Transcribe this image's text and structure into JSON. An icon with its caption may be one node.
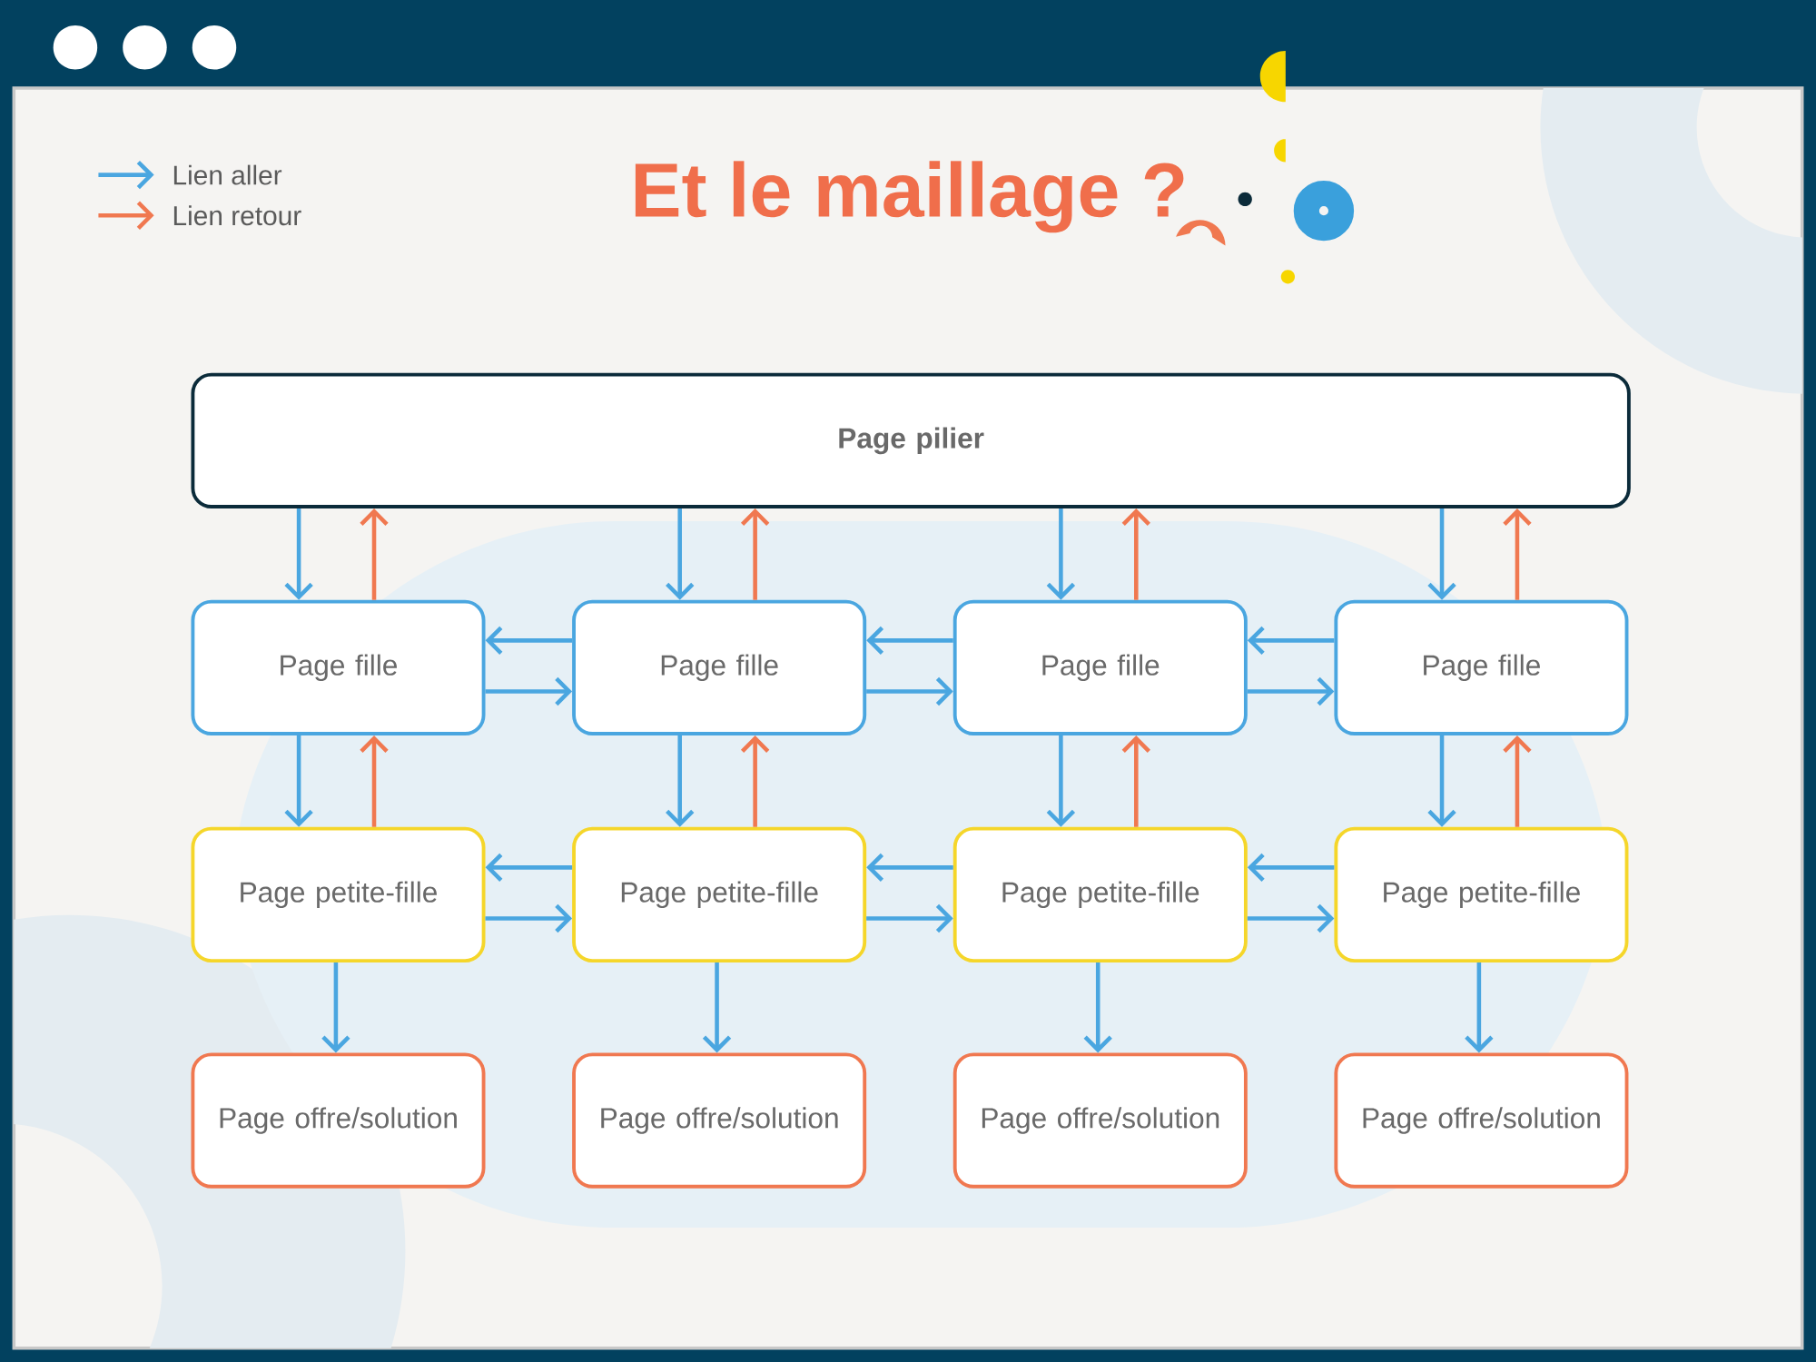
{
  "diagram": {
    "title": "Et le maillage ?",
    "nodes": [
      {
        "text": [
          "Page pilier"
        ]
      },
      {
        "text": [
          "Page fille"
        ]
      },
      {
        "text": [
          "Page fille"
        ]
      },
      {
        "text": [
          "Page fille"
        ]
      },
      {
        "text": [
          "Page fille"
        ]
      },
      {
        "text": [
          "Page petite-fille"
        ]
      },
      {
        "text": [
          "Page petite-fille"
        ]
      },
      {
        "text": [
          "Page petite-fille"
        ]
      },
      {
        "text": [
          "Page petite-fille"
        ]
      },
      {
        "text": [
          "Page offre/solution"
        ]
      },
      {
        "text": [
          "Page offre/solution"
        ]
      },
      {
        "text": [
          "Page offre/solution"
        ]
      },
      {
        "text": [
          "Page offre/solution"
        ]
      }
    ],
    "edges": [
      {
        "from": 0,
        "to": 1,
        "arrow": "to"
      },
      {
        "from": 1,
        "to": 0,
        "arrow": "to",
        "color": "#f07850"
      },
      {
        "from": 0,
        "to": 2,
        "arrow": "to"
      },
      {
        "from": 2,
        "to": 0,
        "arrow": "to",
        "color": "#f07850"
      },
      {
        "from": 0,
        "to": 3,
        "arrow": "to"
      },
      {
        "from": 3,
        "to": 0,
        "arrow": "to",
        "color": "#f07850"
      },
      {
        "from": 0,
        "to": 4,
        "arrow": "to"
      },
      {
        "from": 4,
        "to": 0,
        "arrow": "to",
        "color": "#f07850"
      },
      {
        "from": 2,
        "to": 1,
        "arrow": "to"
      },
      {
        "from": 1,
        "to": 2,
        "arrow": "to"
      },
      {
        "from": 3,
        "to": 2,
        "arrow": "to"
      },
      {
        "from": 2,
        "to": 3,
        "arrow": "to"
      },
      {
        "from": 4,
        "to": 3,
        "arrow": "to"
      },
      {
        "from": 3,
        "to": 4,
        "arrow": "to"
      },
      {
        "from": 1,
        "to": 5,
        "arrow": "to"
      },
      {
        "from": 5,
        "to": 1,
        "arrow": "to",
        "color": "#f07850"
      },
      {
        "from": 2,
        "to": 6,
        "arrow": "to"
      },
      {
        "from": 6,
        "to": 2,
        "arrow": "to",
        "color": "#f07850"
      },
      {
        "from": 3,
        "to": 7,
        "arrow": "to"
      },
      {
        "from": 7,
        "to": 3,
        "arrow": "to",
        "color": "#f07850"
      },
      {
        "from": 4,
        "to": 8,
        "arrow": "to"
      },
      {
        "from": 8,
        "to": 4,
        "arrow": "to",
        "color": "#f07850"
      },
      {
        "from": 6,
        "to": 5,
        "arrow": "to"
      },
      {
        "from": 5,
        "to": 6,
        "arrow": "to"
      },
      {
        "from": 7,
        "to": 6,
        "arrow": "to"
      },
      {
        "from": 6,
        "to": 7,
        "arrow": "to"
      },
      {
        "from": 8,
        "to": 7,
        "arrow": "to"
      },
      {
        "from": 7,
        "to": 8,
        "arrow": "to"
      },
      {
        "from": 5,
        "to": 9,
        "arrow": "to"
      },
      {
        "from": 6,
        "to": 10,
        "arrow": "to"
      },
      {
        "from": 7,
        "to": 11,
        "arrow": "to"
      },
      {
        "from": 8,
        "to": 12,
        "arrow": "to"
      }
    ],
    "legend": [
      {
        "text": "Lien aller"
      },
      {
        "text": "Lien retour"
      }
    ]
  }
}
